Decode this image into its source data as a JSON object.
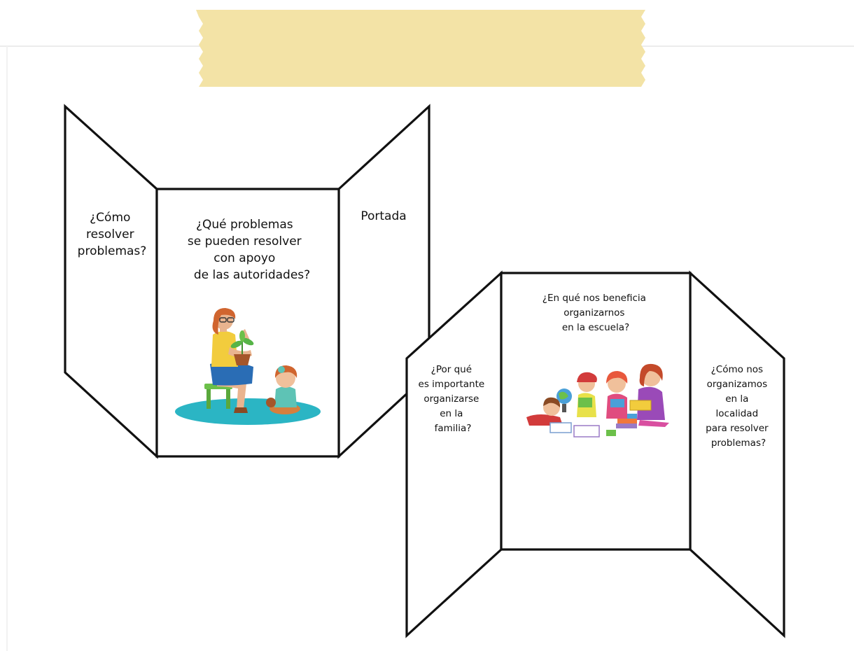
{
  "colors": {
    "tape": "#f3e3a6",
    "panel_stroke": "#111111",
    "rug": "#2bb5c4"
  },
  "left_folder": {
    "left_panel_lines": [
      "¿Cómo",
      "resolver",
      "problemas?"
    ],
    "center_panel_lines": [
      "¿Qué problemas",
      "se pueden resolver",
      "con apoyo",
      "de las autoridades?"
    ],
    "right_panel_lines": [
      "Portada"
    ],
    "illustration": "teacher-with-plant-and-child-icon"
  },
  "right_folder": {
    "left_panel_lines": [
      "¿Por qué",
      "es importante",
      "organizarse",
      "en la",
      "familia?"
    ],
    "center_panel_lines": [
      "¿En qué nos beneficia",
      "organizarnos",
      "en la escuela?"
    ],
    "right_panel_lines": [
      "¿Cómo nos",
      "organizamos",
      "en la",
      "localidad",
      "para resolver",
      "problemas?"
    ],
    "illustration": "children-reading-books-icon"
  }
}
